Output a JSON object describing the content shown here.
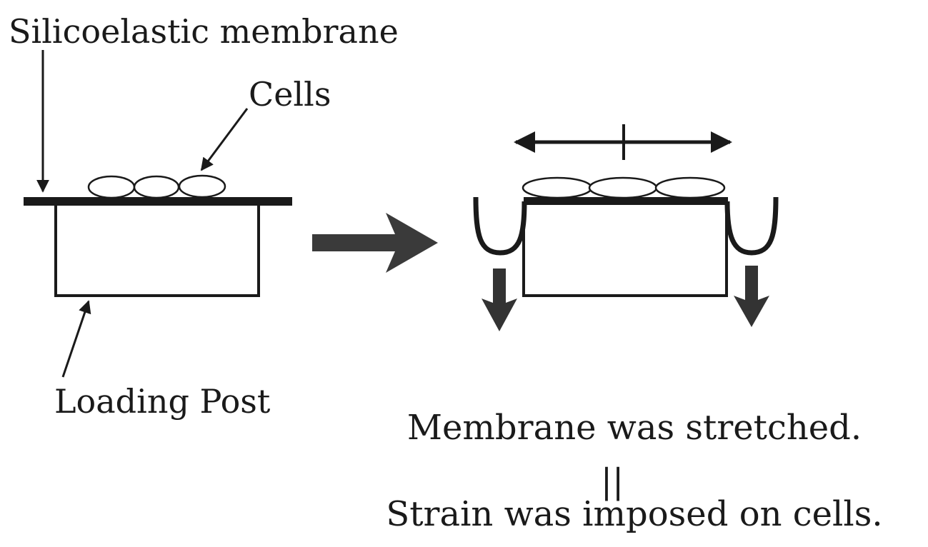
{
  "labels": {
    "membrane": "Silicoelastic membrane",
    "cells": "Cells",
    "post": "Loading Post",
    "caption_line1": "Membrane was stretched.",
    "caption_equals": "||",
    "caption_line2": "Strain was imposed on cells."
  },
  "colors": {
    "ink": "#1a1a1a",
    "transition_arrow": "#3a3a3a"
  }
}
